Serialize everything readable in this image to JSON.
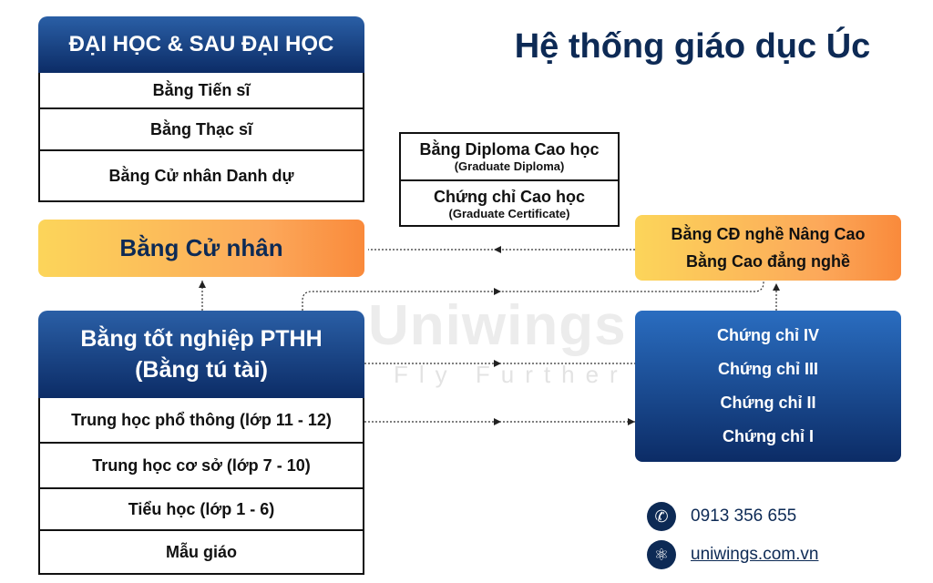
{
  "title": "Hệ thống giáo dục Úc",
  "university": {
    "header": "ĐẠI HỌC & SAU ĐẠI HỌC",
    "rows": [
      "Bằng Tiến sĩ",
      "Bằng Thạc sĩ",
      "Bằng Cử nhân Danh dự"
    ]
  },
  "graduate": {
    "diploma": "Bằng Diploma Cao học",
    "diploma_en": "(Graduate Diploma)",
    "certificate": "Chứng chỉ Cao học",
    "certificate_en": "(Graduate Certificate)"
  },
  "bachelor": "Bằng Cử nhân",
  "vocational": {
    "advanced": "Bằng CĐ nghề Nâng Cao",
    "diploma": "Bằng Cao đẳng nghề",
    "certificates": [
      "Chứng chỉ IV",
      "Chứng chỉ III",
      "Chứng chỉ II",
      "Chứng chỉ I"
    ]
  },
  "high_school": {
    "header_line1": "Bằng tốt nghiệp PTHH",
    "header_line2": "(Bằng tú tài)",
    "rows": [
      "Trung học phổ thông (lớp 11 - 12)",
      "Trung học cơ sở (lớp 7 - 10)",
      "Tiểu học (lớp 1 - 6)",
      "Mẫu giáo"
    ]
  },
  "watermark": {
    "name": "Uniwings",
    "tagline": "Fly Further"
  },
  "contact": {
    "phone": "0913 356 655",
    "website": "uniwings.com.vn",
    "phone_icon": "phone-icon",
    "web_icon": "globe-icon"
  },
  "colors": {
    "navy": "#0d2a55",
    "blue_top": "#2a5fa6",
    "orange": "#f98a3b",
    "yellow": "#fcd55a"
  }
}
